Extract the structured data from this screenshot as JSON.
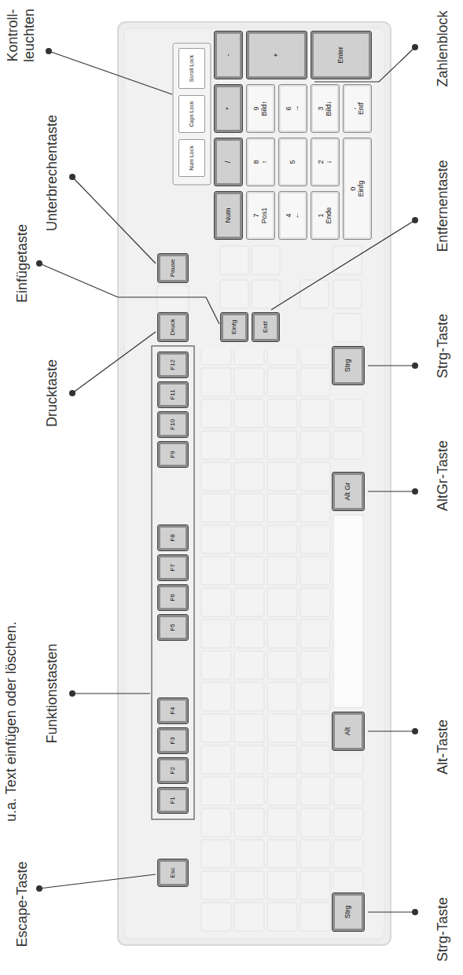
{
  "diagram": {
    "nodes": [
      {
        "text": [
          "Esc"
        ]
      },
      {
        "text": [
          "F1"
        ]
      },
      {
        "text": [
          "F2"
        ]
      },
      {
        "text": [
          "F3"
        ]
      },
      {
        "text": [
          "F4"
        ]
      },
      {
        "text": [
          "F5"
        ]
      },
      {
        "text": [
          "F6"
        ]
      },
      {
        "text": [
          "F7"
        ]
      },
      {
        "text": [
          "F8"
        ]
      },
      {
        "text": [
          "F9"
        ]
      },
      {
        "text": [
          "F10"
        ]
      },
      {
        "text": [
          "F11"
        ]
      },
      {
        "text": [
          "F12"
        ]
      },
      {
        "text": [
          "Druck"
        ]
      },
      {
        "text": [
          "Pause"
        ]
      },
      {
        "text": [
          "Num Lock"
        ]
      },
      {
        "text": [
          "Caps Lock"
        ]
      },
      {
        "text": [
          "Scroll Lock"
        ]
      },
      {
        "text": [
          "Einfg"
        ]
      },
      {
        "text": [
          "Entf"
        ]
      },
      {
        "text": [
          "Num"
        ]
      },
      {
        "text": [
          "/"
        ]
      },
      {
        "text": [
          "*"
        ]
      },
      {
        "text": [
          "-"
        ]
      },
      {
        "text": [
          "7",
          "Pos1"
        ]
      },
      {
        "text": [
          "8",
          "↑"
        ]
      },
      {
        "text": [
          "9",
          "Bild↑"
        ]
      },
      {
        "text": [
          "+"
        ]
      },
      {
        "text": [
          "4",
          "←"
        ]
      },
      {
        "text": [
          "5"
        ]
      },
      {
        "text": [
          "6",
          "→"
        ]
      },
      {
        "text": [
          "1",
          "Ende"
        ]
      },
      {
        "text": [
          "2",
          "↓"
        ]
      },
      {
        "text": [
          "3",
          "Bild↓"
        ]
      },
      {
        "text": [
          "Enter"
        ]
      },
      {
        "text": [
          "0",
          "Einfg"
        ]
      },
      {
        "text": [
          ",",
          "Entf"
        ]
      },
      {
        "text": [
          "Strg"
        ]
      },
      {
        "text": [
          "Alt"
        ]
      },
      {
        "text": [
          "Alt Gr"
        ]
      },
      {
        "text": [
          "Strg"
        ]
      }
    ],
    "labels": [
      "u.a. Text einfügen oder löschen.",
      "Escape-Taste",
      "Funktionstasten",
      "Drucktaste",
      "Einfügetaste",
      "Unterbrechentaste",
      "Kontroll- leuchten",
      "Zahlenblock",
      "Entfernentaste",
      "Strg-Taste",
      "AltGr-Taste",
      "Alt-Taste",
      "Strg-Taste"
    ]
  }
}
